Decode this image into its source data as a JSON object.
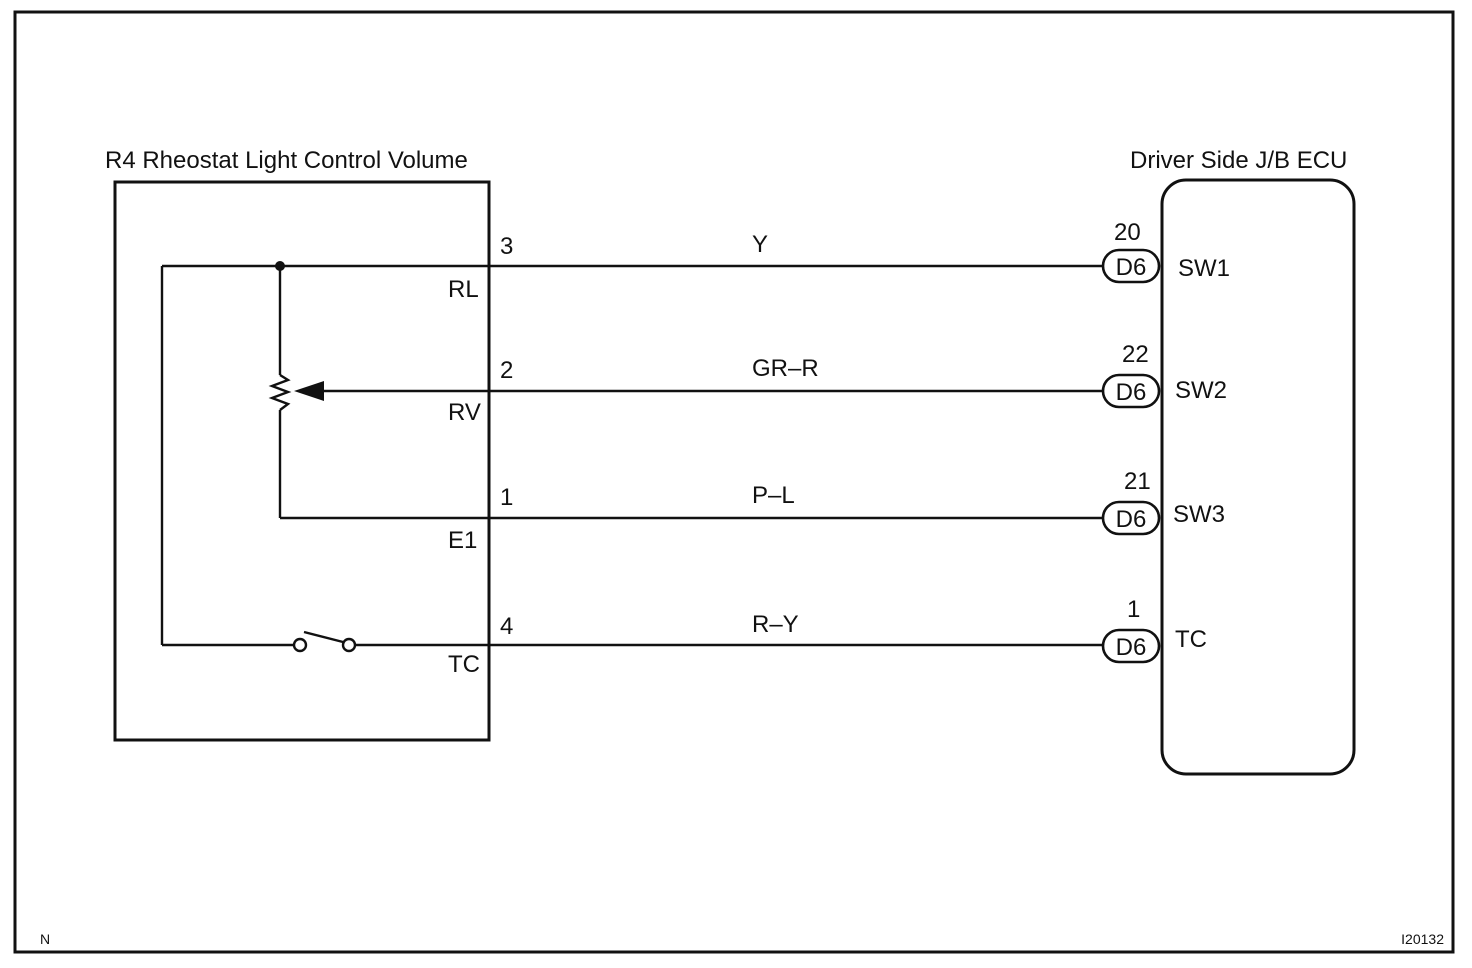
{
  "left_component": {
    "title": "R4 Rheostat Light Control Volume",
    "pins": [
      {
        "number": "3",
        "name": "RL"
      },
      {
        "number": "2",
        "name": "RV"
      },
      {
        "number": "1",
        "name": "E1"
      },
      {
        "number": "4",
        "name": "TC"
      }
    ]
  },
  "right_component": {
    "title": "Driver Side J/B ECU",
    "pins": [
      {
        "number": "20",
        "connector": "D6",
        "name": "SW1"
      },
      {
        "number": "22",
        "connector": "D6",
        "name": "SW2"
      },
      {
        "number": "21",
        "connector": "D6",
        "name": "SW3"
      },
      {
        "number": "1",
        "connector": "D6",
        "name": "TC"
      }
    ]
  },
  "wires": [
    {
      "color_code": "Y"
    },
    {
      "color_code": "GR–R"
    },
    {
      "color_code": "P–L"
    },
    {
      "color_code": "R–Y"
    }
  ],
  "footer": {
    "left_code": "N",
    "right_code": "I20132"
  }
}
